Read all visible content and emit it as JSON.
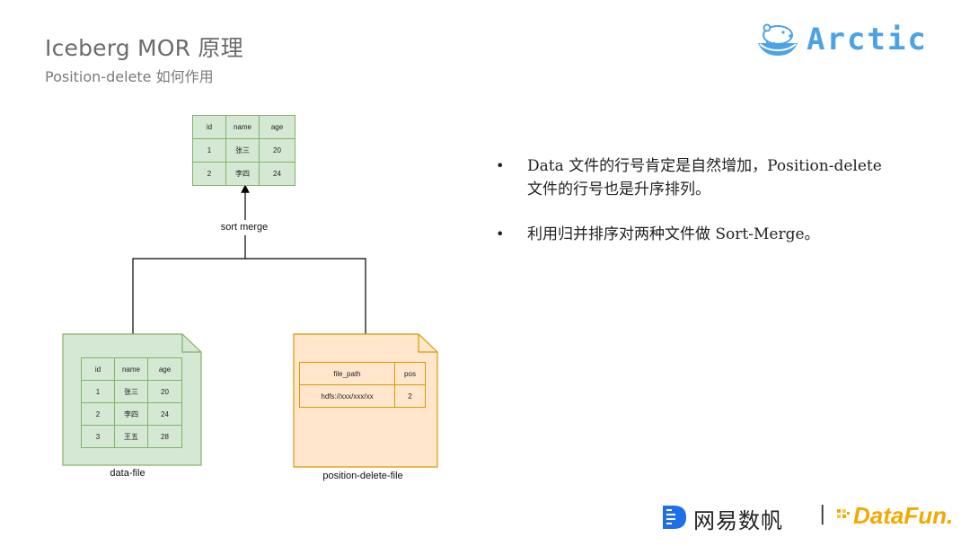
{
  "header": {
    "title": "Iceberg MOR 原理",
    "subtitle": "Position-delete 如何作用"
  },
  "logo": {
    "text": "Arctic",
    "icon": "polar-bear-icon",
    "color": "#4ba3e6"
  },
  "diagram": {
    "merged_table": {
      "headers": [
        "id",
        "name",
        "age"
      ],
      "rows": [
        [
          "1",
          "张三",
          "20"
        ],
        [
          "2",
          "李四",
          "24"
        ]
      ]
    },
    "arrow_label": "sort merge",
    "data_file": {
      "label": "data-file",
      "headers": [
        "id",
        "name",
        "age"
      ],
      "rows": [
        [
          "1",
          "张三",
          "20"
        ],
        [
          "2",
          "李四",
          "24"
        ],
        [
          "3",
          "王五",
          "28"
        ]
      ],
      "color": "#d5e8d4"
    },
    "position_delete_file": {
      "label": "position-delete-file",
      "headers": [
        "file_path",
        "pos"
      ],
      "rows": [
        [
          "hdfs://xxx/xxx/xx",
          "2"
        ]
      ],
      "color": "#ffe6cc"
    }
  },
  "bullets": [
    "Data 文件的行号肯定是自然增加，Position-delete文件的行号也是升序排列。",
    "利用归并排序对两种文件做 Sort-Merge。"
  ],
  "footer": {
    "netease": "网易数帆",
    "separator": "|",
    "datafun": "DataFun."
  }
}
